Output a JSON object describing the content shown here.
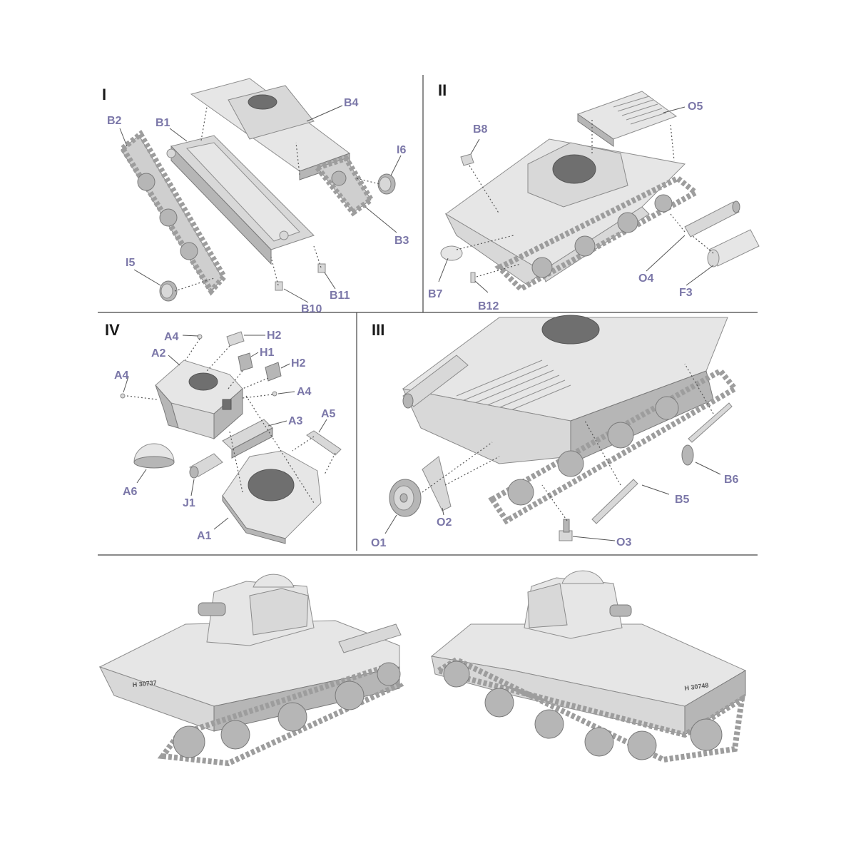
{
  "steps": {
    "s1": "I",
    "s2": "II",
    "s3": "III",
    "s4": "IV"
  },
  "parts": {
    "s1": [
      "B2",
      "B1",
      "B4",
      "I6",
      "B3",
      "I5",
      "B10",
      "B11"
    ],
    "s2": [
      "B8",
      "O5",
      "B7",
      "B12",
      "O4",
      "F3"
    ],
    "s3": [
      "B6",
      "B5",
      "O1",
      "O2",
      "O3"
    ],
    "s4": [
      "A4",
      "H2",
      "A2",
      "H1",
      "H2",
      "A4",
      "A4",
      "A3",
      "A5",
      "A6",
      "J1",
      "A1"
    ]
  },
  "hull_markings": {
    "front_view": "H 30737",
    "rear_view": "H 30748"
  },
  "colors": {
    "part_label": "#7b77a8",
    "step_number": "#1a1a1a",
    "model_grey": "#d8d8d8"
  }
}
